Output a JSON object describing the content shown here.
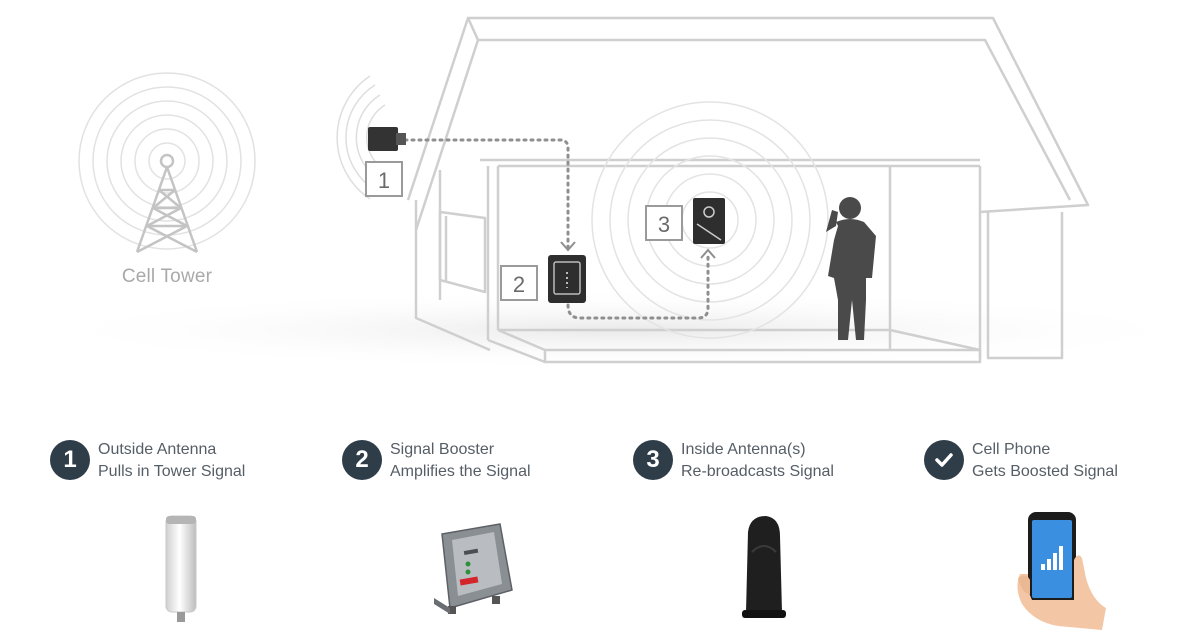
{
  "diagram": {
    "tower_label": "Cell Tower",
    "callouts": [
      "1",
      "2",
      "3"
    ]
  },
  "steps": [
    {
      "badge": "1",
      "line1": "Outside Antenna",
      "line2": "Pulls in Tower Signal",
      "icon": "number-badge"
    },
    {
      "badge": "2",
      "line1": "Signal Booster",
      "line2": "Amplifies the Signal",
      "icon": "number-badge"
    },
    {
      "badge": "3",
      "line1": "Inside Antenna(s)",
      "line2": "Re-broadcasts Signal",
      "icon": "number-badge"
    },
    {
      "badge": "",
      "line1": "Cell Phone",
      "line2": "Gets Boosted Signal",
      "icon": "checkmark-icon"
    }
  ],
  "colors": {
    "badge": "#2f3d49",
    "text": "#555e66",
    "line": "#c9c9c9",
    "device": "#3a3a3a",
    "phone_screen": "#3b8fe0"
  }
}
